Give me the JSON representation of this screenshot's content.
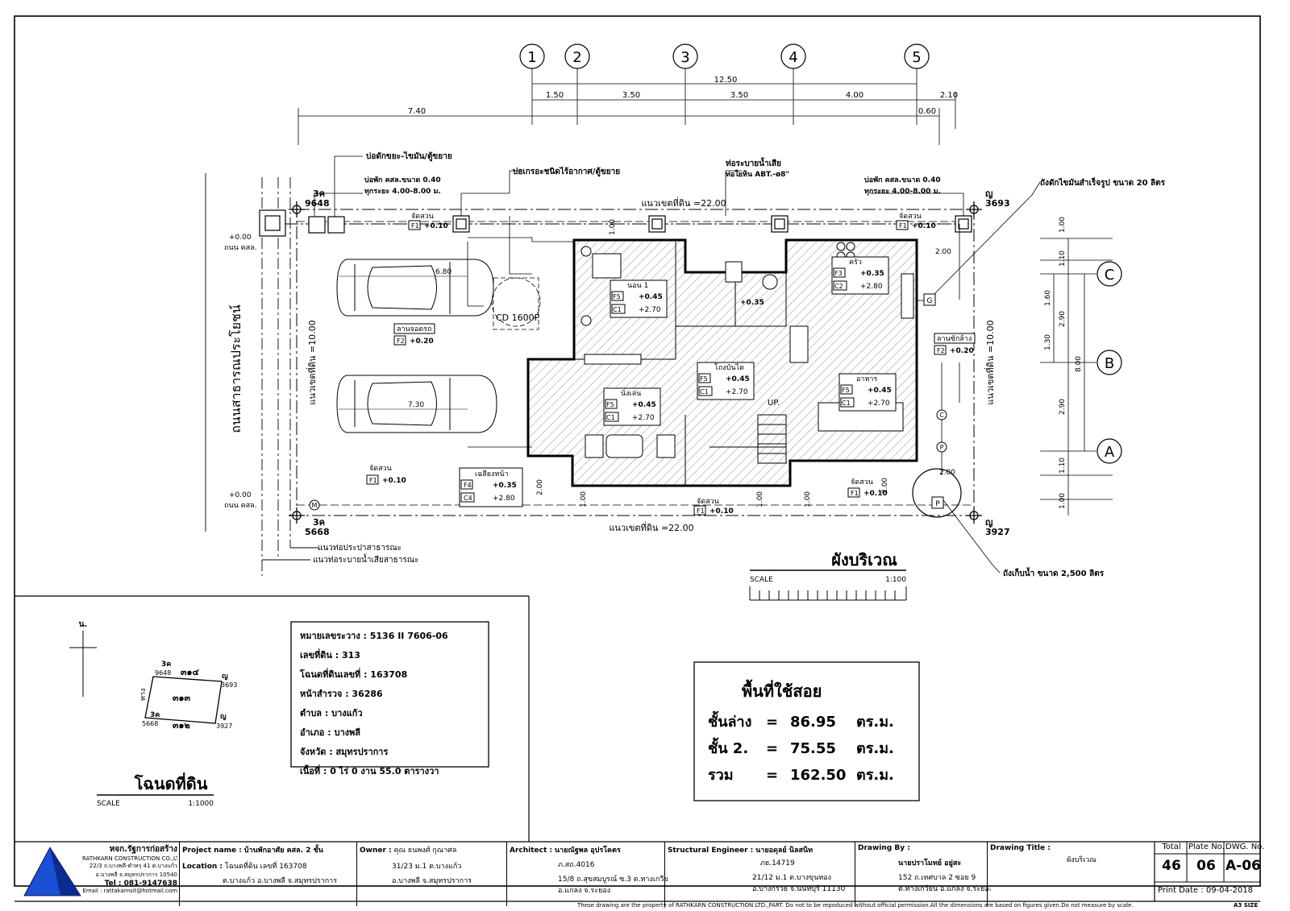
{
  "axes": {
    "grid_columns": [
      "1",
      "2",
      "3",
      "4",
      "5"
    ],
    "grid_rows": [
      "C",
      "B",
      "A"
    ]
  },
  "dimensions": {
    "top_total": "12.50",
    "top_parts": [
      "1.50",
      "3.50",
      "3.50",
      "4.00"
    ],
    "left_offset": "7.40",
    "right_offset": "2.10",
    "small_offset": "0.60",
    "right_vertical": [
      "1.00",
      "1.10",
      "1.60",
      "2.90",
      "1.30",
      "8.00",
      "2.90",
      "1.10",
      "1.00"
    ],
    "boundary_top": "แนวเขตที่ดิน =22.00",
    "boundary_bottom": "แนวเขตที่ดิน =22.00",
    "boundary_left": "แนวเขตที่ดิน =10.00",
    "boundary_right": "แนวเขตที่ดิน =10.00",
    "car1": "6.80",
    "car2": "7.30",
    "misc": [
      "1.00",
      "2.00",
      "2.00",
      "1.00",
      "1.00",
      "1.00",
      "2.00",
      "2.00",
      "1.00",
      "1.00"
    ]
  },
  "site_labels": {
    "grease_trap": "บ่อดักขยะ-ไขมัน/ตู้ขยาย",
    "inspection_pit_left": "บ่อพัก คสล.ขนาด 0.40",
    "inspection_pit_left_sub": "ทุกระยะ 4.00-8.00 ม.",
    "septic": "บ่อเกรอะชนิดไร้อากาศ/ตู้ขยาย",
    "drain_pipe": "ท่อระบายน้ำเสีย",
    "drain_pipe_sub": "ท่อใยหิน ABT.-ø8\"",
    "inspection_pit_right": "บ่อพัก คสล.ขนาด 0.40",
    "inspection_pit_right_sub": "ทุกระยะ 4.00-8.00 ม.",
    "grease_tank": "ถังดักไขมันสำเร็จรูป ขนาด 20 ลิตร",
    "water_tank": "ถังเก็บน้ำ ขนาด 2,500 ลิตร",
    "public_water": "แนวท่อประปาสาธารณะ",
    "public_drain": "แนวท่อระบายน้ำเสียสาธารณะ",
    "road": "ถนนสาธารณประโยชน์",
    "level_left_top": "+0.00",
    "level_left_top_sub": "ถนน คสล.",
    "level_left_bottom": "+0.00",
    "level_left_bottom_sub": "ถนน คสล.",
    "septic_tag": "CD 1600P",
    "up": "UP."
  },
  "markers": {
    "nw": {
      "code": "3ค",
      "num": "9648"
    },
    "ne": {
      "code": "ญ",
      "num": "3693"
    },
    "sw": {
      "code": "3ค",
      "num": "5668"
    },
    "se": {
      "code": "ญ",
      "num": "3927"
    }
  },
  "room_tags": [
    {
      "name": "จัดสวน",
      "f": "F1",
      "level": "+0.10"
    },
    {
      "name": "จัดสวน",
      "f": "F1",
      "level": "+0.10"
    },
    {
      "name": "ลานจอดรถ",
      "f": "F2",
      "level": "+0.20"
    },
    {
      "name": "ลานซักล้าง",
      "f": "F2",
      "level": "+0.20"
    },
    {
      "name": "จัดสวน",
      "f": "F1",
      "level": "+0.10"
    },
    {
      "name": "เฉลียงหน้า",
      "f": "F4",
      "level": "+0.35",
      "c": "C4",
      "ch": "+2.80"
    },
    {
      "name": "จัดสวน",
      "f": "F1",
      "level": "+0.10"
    },
    {
      "name": "จัดสวน",
      "f": "F1",
      "level": "+0.10"
    },
    {
      "name": "นอน 1",
      "f": "F5",
      "level": "+0.45",
      "c": "C1",
      "ch": "+2.70"
    },
    {
      "name": "ครัว",
      "f": "F3",
      "level": "+0.35",
      "c": "C2",
      "ch": "+2.80"
    },
    {
      "name": "โถงบันได",
      "f": "F5",
      "level": "+0.45",
      "c": "C1",
      "ch": "+2.70"
    },
    {
      "name": "นั่งเล่น",
      "f": "F5",
      "level": "+0.45",
      "c": "C1",
      "ch": "+2.70"
    },
    {
      "name": "อาหาร",
      "f": "F5",
      "level": "+0.45",
      "c": "C1",
      "ch": "+2.70"
    }
  ],
  "bath_level": "+0.35",
  "plan_title": "ผังบริเวณ",
  "plan_scale_label": "SCALE",
  "plan_scale": "1:100",
  "deed": {
    "north": "น.",
    "title": "โฉนดที่ดิน",
    "scale_label": "SCALE",
    "scale": "1:1000",
    "nw": "3ค",
    "nw_num": "9648",
    "ne": "ญ",
    "ne_num": "3693",
    "sw": "3ค",
    "sw_num": "5668",
    "se": "ญ",
    "se_num": "3927",
    "top": "๓๑๔",
    "mid": "๓๑๓",
    "bottom": "๓๑๒",
    "side": "ทาง"
  },
  "land_info": [
    "หมายเลขระวาง : 5136 II 7606-06",
    "เลขที่ดิน : 313",
    "โฉนดที่ดินเลขที่ : 163708",
    "หน้าสำรวจ : 36286",
    "ตำบล : บางแก้ว",
    "อำเภอ : บางพลี",
    "จังหวัด : สมุทรปราการ",
    "เนื้อที่ : 0 ไร่ 0 งาน  55.0 ตารางวา"
  ],
  "usable_area": {
    "title": "พื้นที่ใช้สอย",
    "rows": [
      {
        "label": "ชั้นล่าง",
        "eq": "=",
        "value": "86.95",
        "unit": "ตร.ม."
      },
      {
        "label": "ชั้น 2.",
        "eq": "=",
        "value": "75.55",
        "unit": "ตร.ม."
      },
      {
        "label": "รวม",
        "eq": "=",
        "value": "162.50",
        "unit": "ตร.ม."
      }
    ]
  },
  "title_block": {
    "company": "หจก.รัฐการก่อสร้าง",
    "company_en": "RATHKARN CONSTRUCTION CO.,LTD.PART.",
    "addr1": "22/3 ถ.บางพลี-ตำหรุ 41 ต.บางแก้ว",
    "addr2": "อ.บางพลี จ.สมุทรปราการ 10540",
    "tel": "Tel : 081-9147638",
    "email": "Email : rattakarnsit@hotmail.com",
    "project_label": "Project name :",
    "project": "บ้านพักอาศัย คสล. 2 ชั้น",
    "location_label": "Location :",
    "location1": "โฉนดที่ดิน เลขที่ 163708",
    "location2": "ต.บางแก้ว อ.บางพลี จ.สมุทรปราการ",
    "owner_label": "Owner :",
    "owner": "คุณ ธนพงศ์ กุณาศล",
    "owner_addr1": "31/23 ม.1 ต.บางแก้ว",
    "owner_addr2": "อ.บางพลี จ.สมุทรปราการ",
    "architect_label": "Architect :",
    "architect": "นายณัฐพล อุปรโคตร",
    "architect_lic": "ภ.สถ.4016",
    "architect_addr1": "15/8 ถ.สุขสมบูรณ์ ซ.3 ต.ทางเกวียน",
    "architect_addr2": "อ.แกลง จ.ระยอง",
    "engineer_label": "Structural Engineer :",
    "engineer": "นายอดุลย์ นิลสนิท",
    "engineer_lic": "ภย.14719",
    "engineer_addr1": "21/12 ม.1 ต.บางขุนทอง",
    "engineer_addr2": "อ.บางกรวย จ.นนทบุรี 11130",
    "drawing_by_label": "Drawing By :",
    "drawing_by": "นายปราโมทย์ อยู่สะ",
    "drawing_by_addr1": "152 ถ.เทศบาล 2 ซอย 9",
    "drawing_by_addr2": "ต.ทางเกวียน อ.แกลง จ.ระยอง",
    "drawing_title_label": "Drawing Title :",
    "drawing_title": "ผังบริเวณ",
    "total_label": "Total",
    "total": "46",
    "plate_label": "Plate No.",
    "plate": "06",
    "dwg_label": "DWG. No.",
    "dwg": "A-06",
    "print_label": "Print Date :",
    "print_date": "09-04-2018",
    "footer": "These drawing are the property of RATHKARN CONSTRUCTION LTD.,PART. Do not to be repoduced without official permission.All the dimensions are based on figures given.Do not measure by scale.",
    "size": "A3 SIZE"
  }
}
